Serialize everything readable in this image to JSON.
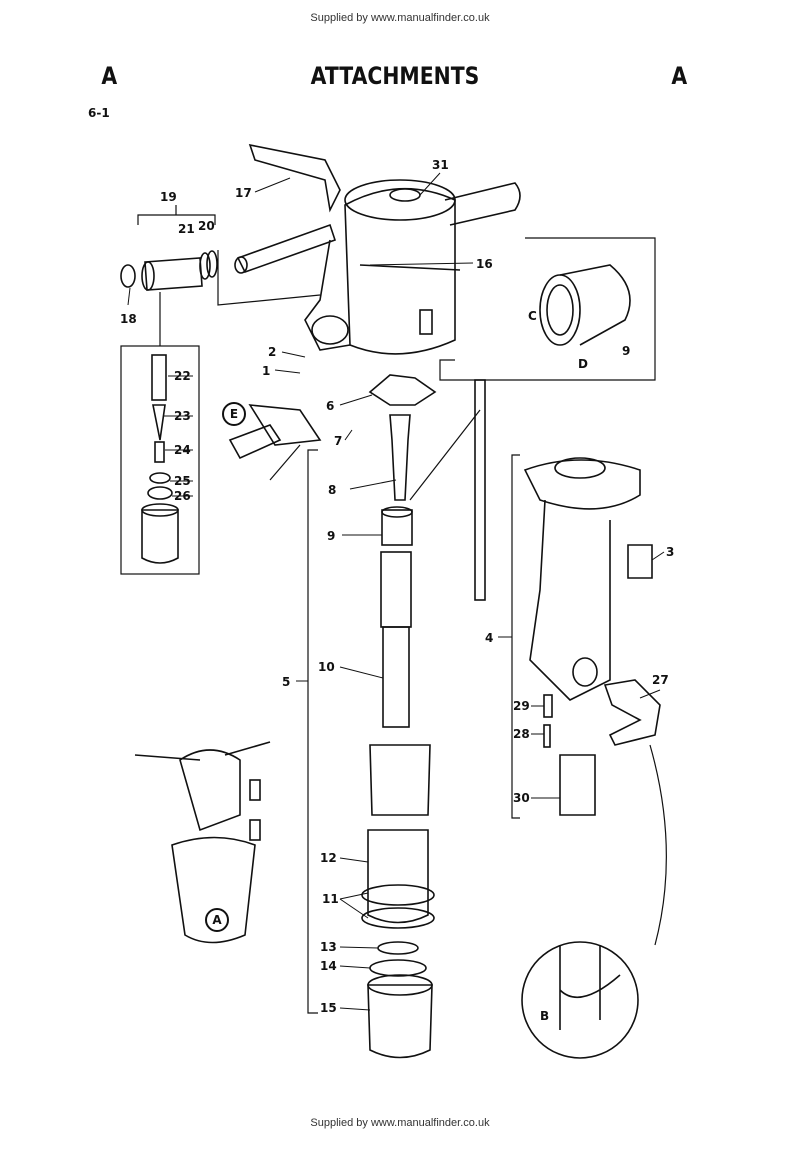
{
  "header": {
    "supplied_by": "Supplied by www.manualfinder.co.uk",
    "section_left": "A",
    "title": "ATTACHMENTS",
    "section_right": "A",
    "figure_number": "6-1"
  },
  "footer": {
    "supplied_by": "Supplied by www.manualfinder.co.uk"
  },
  "callouts": {
    "p31": "31",
    "p17": "17",
    "p19": "19",
    "p21": "21",
    "p20": "20",
    "p16": "16",
    "p18": "18",
    "pC": "C",
    "pD": "D",
    "p9a": "9",
    "p2": "2",
    "p1": "1",
    "p22": "22",
    "p6": "6",
    "p23": "23",
    "pE": "E",
    "p7": "7",
    "p24": "24",
    "p25": "25",
    "p26": "26",
    "p8": "8",
    "p9b": "9",
    "p3": "3",
    "p4": "4",
    "p10": "10",
    "p5": "5",
    "p27": "27",
    "p29": "29",
    "p28": "28",
    "p30": "30",
    "p12": "12",
    "p11": "11",
    "pA": "A",
    "p13": "13",
    "p14": "14",
    "p15": "15",
    "pB": "B"
  }
}
